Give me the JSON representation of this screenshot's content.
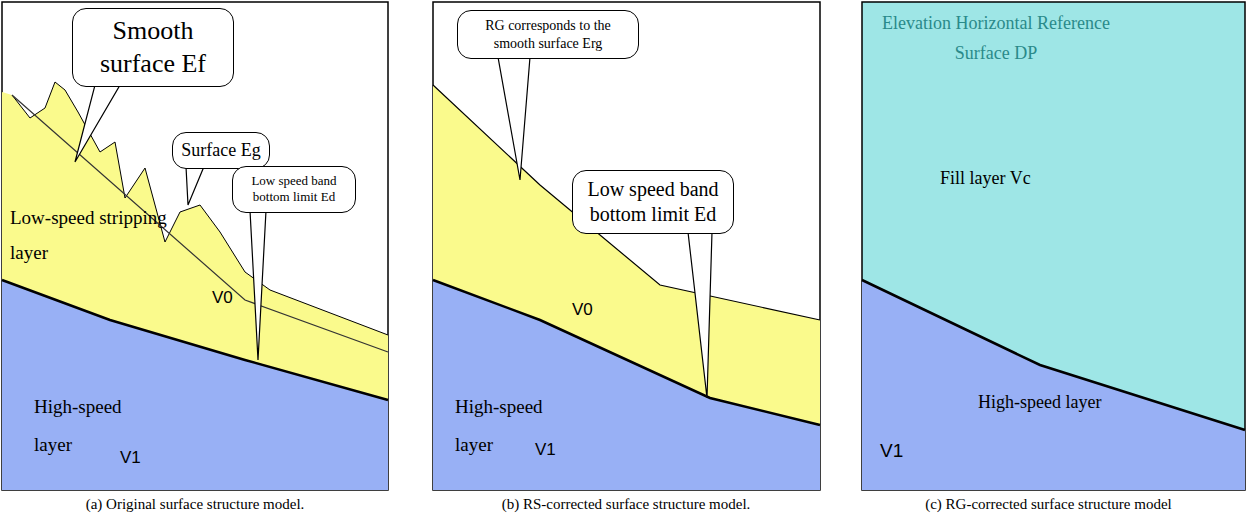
{
  "diagram": {
    "nodes": [
      {
        "text": [
          "Smooth surface Ef"
        ]
      },
      {
        "text": [
          "Surface Eg"
        ]
      },
      {
        "text": [
          "Low speed band bottom limit Ed"
        ]
      },
      {
        "text": [
          "RG corresponds to the smooth surface Erg"
        ]
      },
      {
        "text": [
          "Low speed band bottom limit Ed"
        ]
      }
    ],
    "labels": [
      "Low-speed stripping layer",
      "V0",
      "High-speed layer",
      "V1",
      "V0",
      "High-speed layer",
      "V1",
      "Elevation Horizontal Reference Surface DP",
      "Fill layer Vc",
      "High-speed layer",
      "V1",
      "(a) Original surface structure model.",
      "(b) RS-corrected surface structure model.",
      "(c) RG-corrected surface structure model"
    ]
  }
}
